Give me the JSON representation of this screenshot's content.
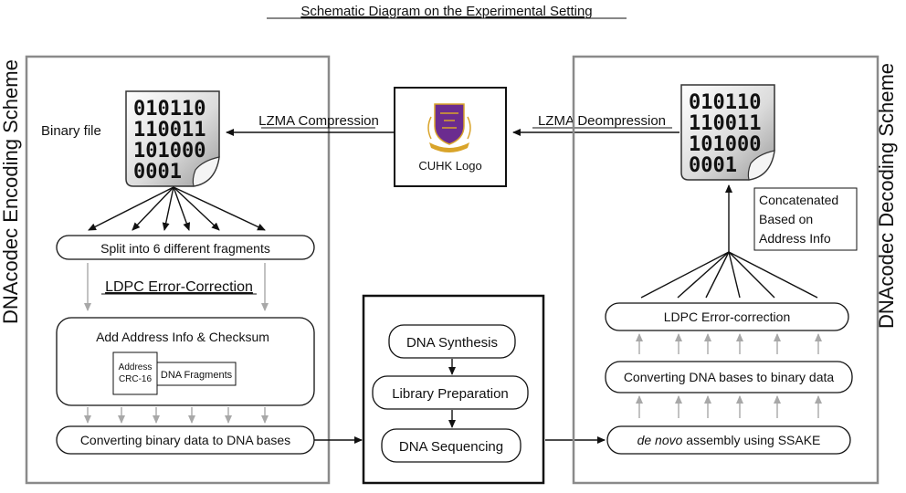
{
  "title": "Schematic Diagram on the Experimental Setting",
  "left_panel": {
    "side_label": "DNAcodec Encoding Scheme",
    "binary_file_label": "Binary file",
    "binary_lines": [
      "010110",
      "110011",
      "101000",
      "0001"
    ],
    "split_label": "Split into 6 different fragments",
    "ldpc_label": "LDPC Error-Correction",
    "add_label": "Add Address Info & Checksum",
    "address_label": "Address",
    "crc_label": "CRC-16",
    "fragments_label": "DNA Fragments",
    "convert_label": "Converting binary data to DNA bases"
  },
  "center": {
    "logo_caption": "CUHK Logo",
    "compress_label": "LZMA Compression",
    "decompress_label": "LZMA Deompression",
    "steps": [
      "DNA Synthesis",
      "Library Preparation",
      "DNA Sequencing"
    ]
  },
  "right_panel": {
    "side_label": "DNAcodec Decoding Scheme",
    "binary_lines": [
      "010110",
      "110011",
      "101000",
      "0001"
    ],
    "concat_lines": [
      "Concatenated",
      "Based on",
      "Address Info"
    ],
    "ldpc_label": "LDPC Error-correction",
    "convert_label": "Converting DNA bases to binary data",
    "assembly_italic": "de novo",
    "assembly_rest": " assembly using SSAKE"
  },
  "colors": {
    "frame": "#8a8a8a",
    "gray_arrow": "#a8a8a8",
    "logo_purple": "#6b2c8f",
    "logo_gold": "#d9a42a"
  }
}
